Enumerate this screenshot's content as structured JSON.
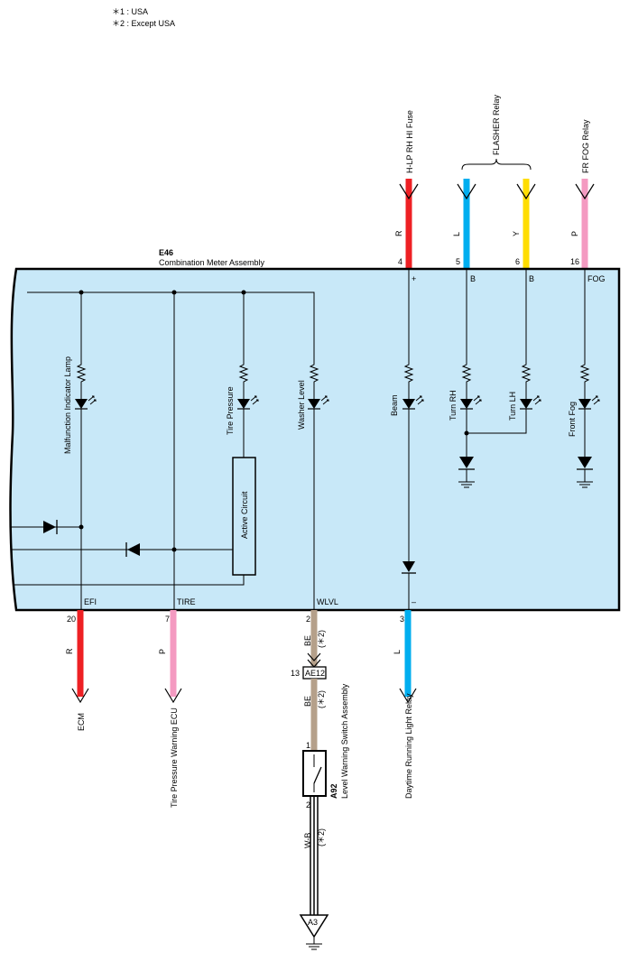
{
  "notes": [
    "＊1 : USA",
    "＊2 : Except USA"
  ],
  "component": {
    "code": "E46",
    "name": "Combination Meter Assembly"
  },
  "top_connectors": [
    {
      "dest": "H-LP RH HI Fuse",
      "wire": "R",
      "pin": "4",
      "term": "+",
      "color": "#ee2024"
    },
    {
      "dest": "",
      "wire": "L",
      "pin": "5",
      "term": "B",
      "color": "#00aeef"
    },
    {
      "dest": "",
      "wire": "Y",
      "pin": "6",
      "term": "B",
      "color": "#ffdd00"
    },
    {
      "dest": "FR FOG Relay",
      "wire": "P",
      "pin": "16",
      "term": "FOG",
      "color": "#f49ac1"
    }
  ],
  "flasher_relay": "FLASHER Relay",
  "lamps": {
    "mil": "Malfunction Indicator Lamp",
    "tire": "Tire Pressure",
    "washer": "Washer Level",
    "beam": "Beam",
    "turn_rh": "Turn RH",
    "turn_lh": "Turn LH",
    "front_fog": "Front Fog"
  },
  "active_circuit": "Active Circuit",
  "bottom_terminals": [
    "EFI",
    "TIRE",
    "WLVL",
    "–"
  ],
  "bottom_connectors": [
    {
      "pin": "20",
      "wire": "R",
      "dest": "ECM",
      "color": "#ee2024"
    },
    {
      "pin": "7",
      "wire": "P",
      "dest": "Tire Pressure Warning ECU",
      "color": "#f49ac1"
    },
    {
      "pin": "2",
      "wire": "BE",
      "note": "(＊2)",
      "color": "#b5a08a"
    },
    {
      "pin": "3",
      "wire": "L",
      "dest": "Daytime Running Light Relay",
      "color": "#00aeef"
    }
  ],
  "junction": {
    "pin": "13",
    "code": "AE12",
    "wire": "BE",
    "note": "(＊2)"
  },
  "switch": {
    "code": "A92",
    "name": "Level Warning Switch Assembly",
    "pin_top": "1",
    "pin_bottom": "2"
  },
  "ground_wire": {
    "wire": "W-B",
    "note": "(＊2)"
  },
  "ground_point": "A3",
  "colors": {
    "panel": "#c8e8f8",
    "wire_black": "#000000"
  }
}
